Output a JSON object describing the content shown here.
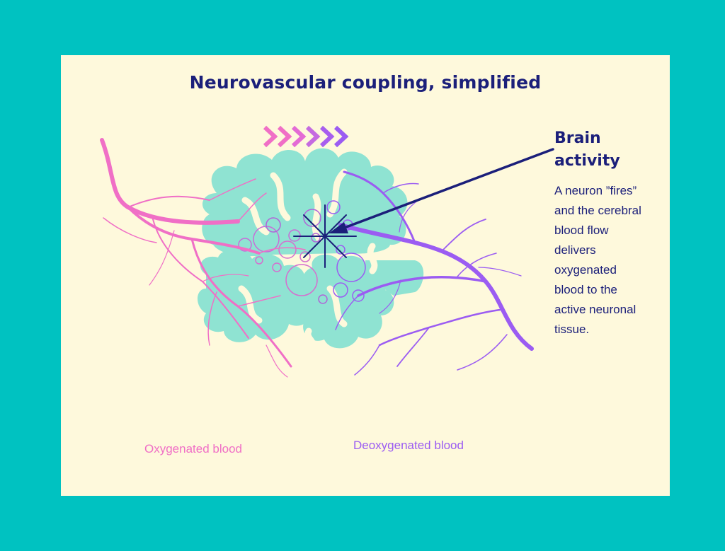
{
  "title": "Neurovascular coupling, simplified",
  "callout": {
    "title_line1": "Brain",
    "title_line2": "activity",
    "body": "A neuron ”fires” and the cerebral blood flow delivers oxygenated blood to the active neuronal tissue."
  },
  "legend": {
    "oxygenated": {
      "label": "Oxygenated blood",
      "color": "#f06fc6"
    },
    "deoxygenated": {
      "label": "Deoxygenated blood",
      "color": "#9b5cf2"
    }
  },
  "colors": {
    "background": "#00c2c1",
    "card": "#fef9dc",
    "brain": "#8fe3d2",
    "navy": "#1b1f7a",
    "arrows": [
      "#f06fc6",
      "#f06fc6",
      "#f06fc6",
      "#c56be0",
      "#9b5cf2",
      "#9b5cf2"
    ]
  },
  "icons": {
    "flow_arrows": "chevron-right-icon",
    "brain": "brain-icon",
    "neuron_firing": "starburst-icon",
    "pointer": "arrow-icon"
  }
}
